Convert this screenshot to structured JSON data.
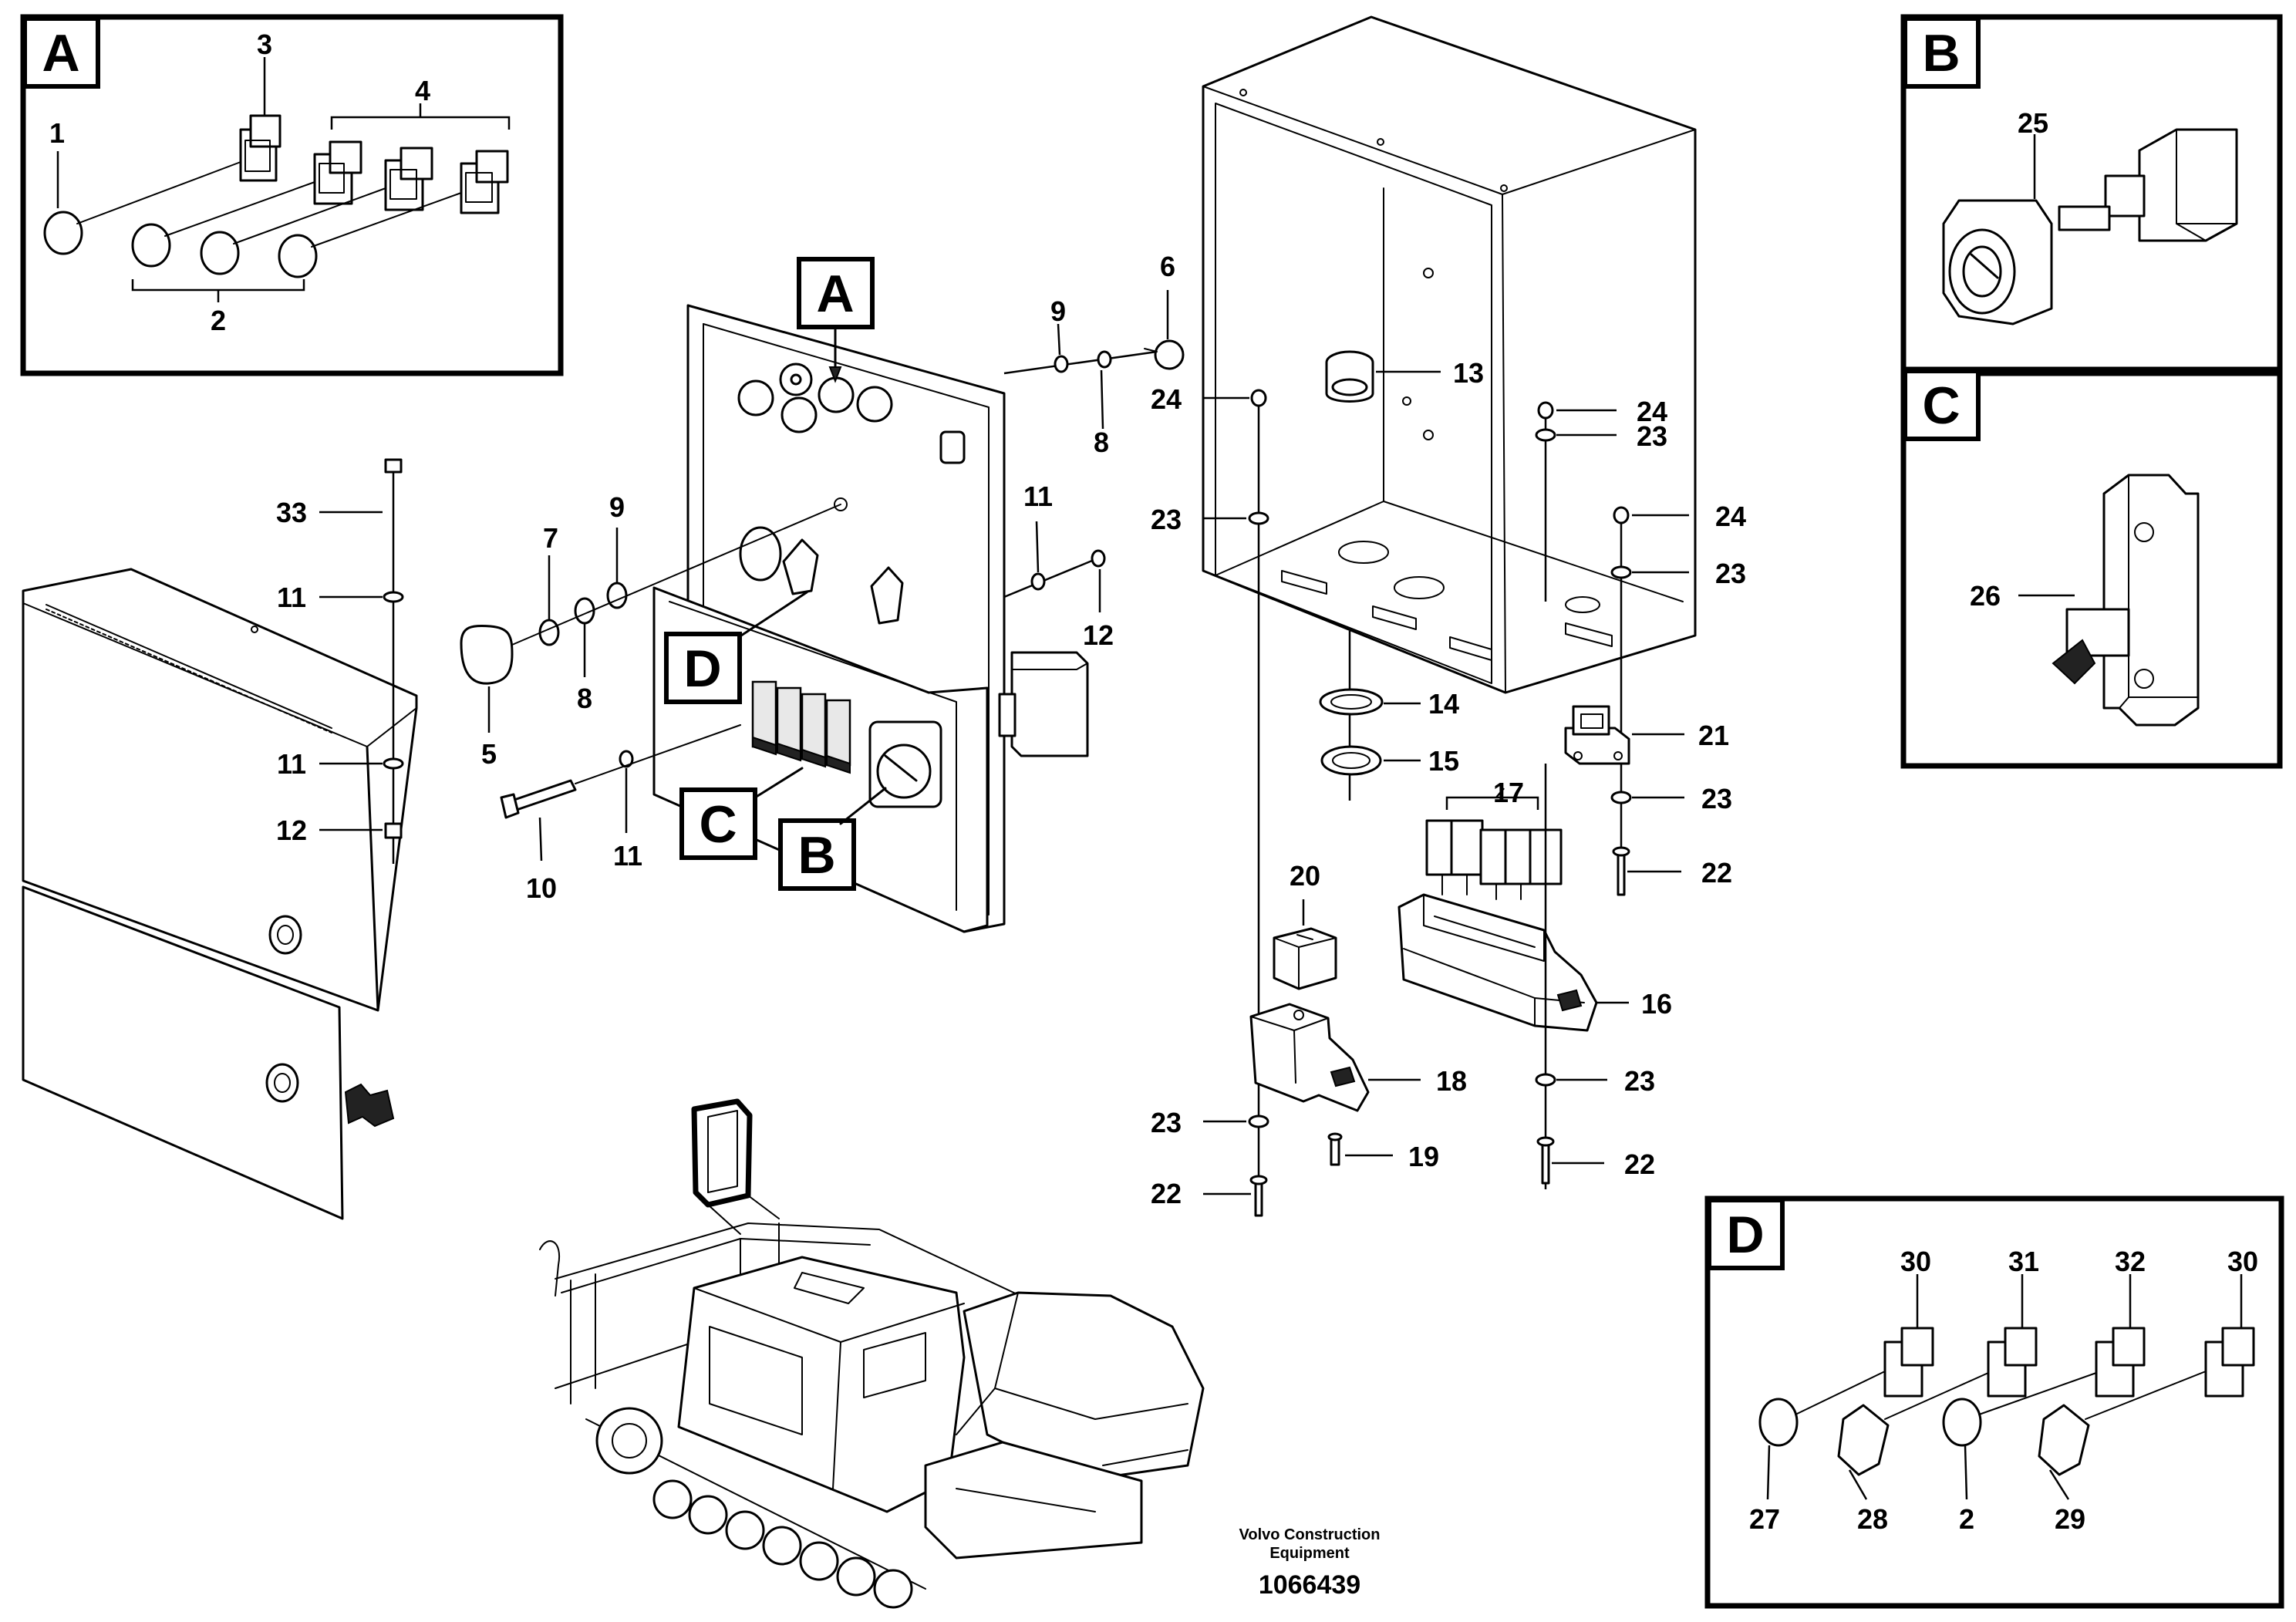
{
  "callouts": {
    "n1": "1",
    "n2": "2",
    "n3": "3",
    "n4": "4",
    "n5": "5",
    "n6": "6",
    "n7": "7",
    "n8": "8",
    "n9": "9",
    "n10": "10",
    "n11": "11",
    "n12": "12",
    "n13": "13",
    "n14": "14",
    "n15": "15",
    "n16": "16",
    "n17": "17",
    "n18": "18",
    "n19": "19",
    "n20": "20",
    "n21": "21",
    "n22": "22",
    "n23": "23",
    "n24": "24",
    "n25": "25",
    "n26": "26",
    "n27": "27",
    "n28": "28",
    "n29": "29",
    "n30": "30",
    "n31": "31",
    "n32": "32",
    "n33": "33"
  },
  "detail_tags": {
    "a": "A",
    "b": "B",
    "c": "C",
    "d": "D"
  },
  "footer": {
    "brand_line1": "Volvo Construction",
    "brand_line2": "Equipment",
    "drawing_number": "1066439"
  }
}
